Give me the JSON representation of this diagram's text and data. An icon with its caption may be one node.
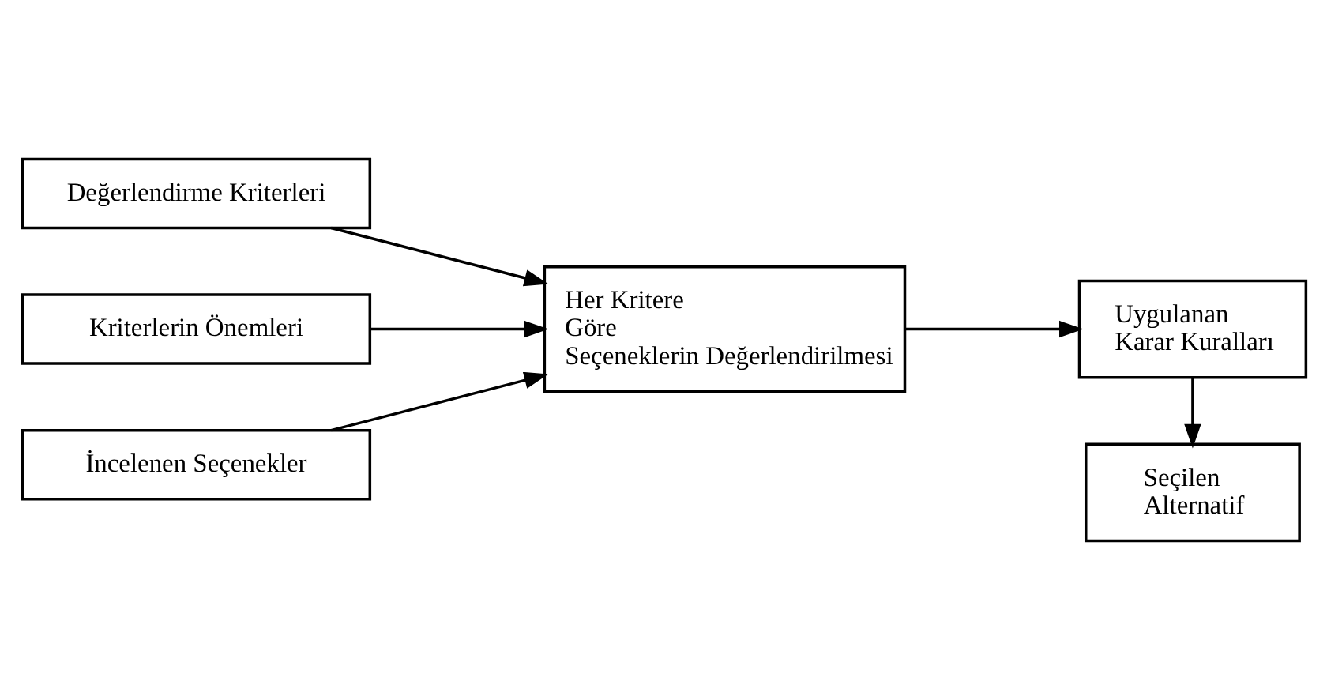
{
  "diagram": {
    "nodes": [
      {
        "text": [
          "Değerlendirme Kriterleri"
        ]
      },
      {
        "text": [
          "Kriterlerin Önemleri"
        ]
      },
      {
        "text": [
          "İncelenen Seçenekler"
        ]
      },
      {
        "text": [
          "Her Kritere Göre Seçeneklerin Değerlendirilmesi"
        ]
      },
      {
        "text": [
          "Uygulanan Karar Kuralları"
        ]
      },
      {
        "text": [
          "Seçilen Alternatif"
        ]
      }
    ],
    "edges": [
      {
        "from": 0,
        "to": 3,
        "arrow": "to"
      },
      {
        "from": 1,
        "to": 3,
        "arrow": "to"
      },
      {
        "from": 2,
        "to": 3,
        "arrow": "to"
      },
      {
        "from": 3,
        "to": 4,
        "arrow": "to"
      },
      {
        "from": 4,
        "to": 5,
        "arrow": "to"
      }
    ]
  }
}
